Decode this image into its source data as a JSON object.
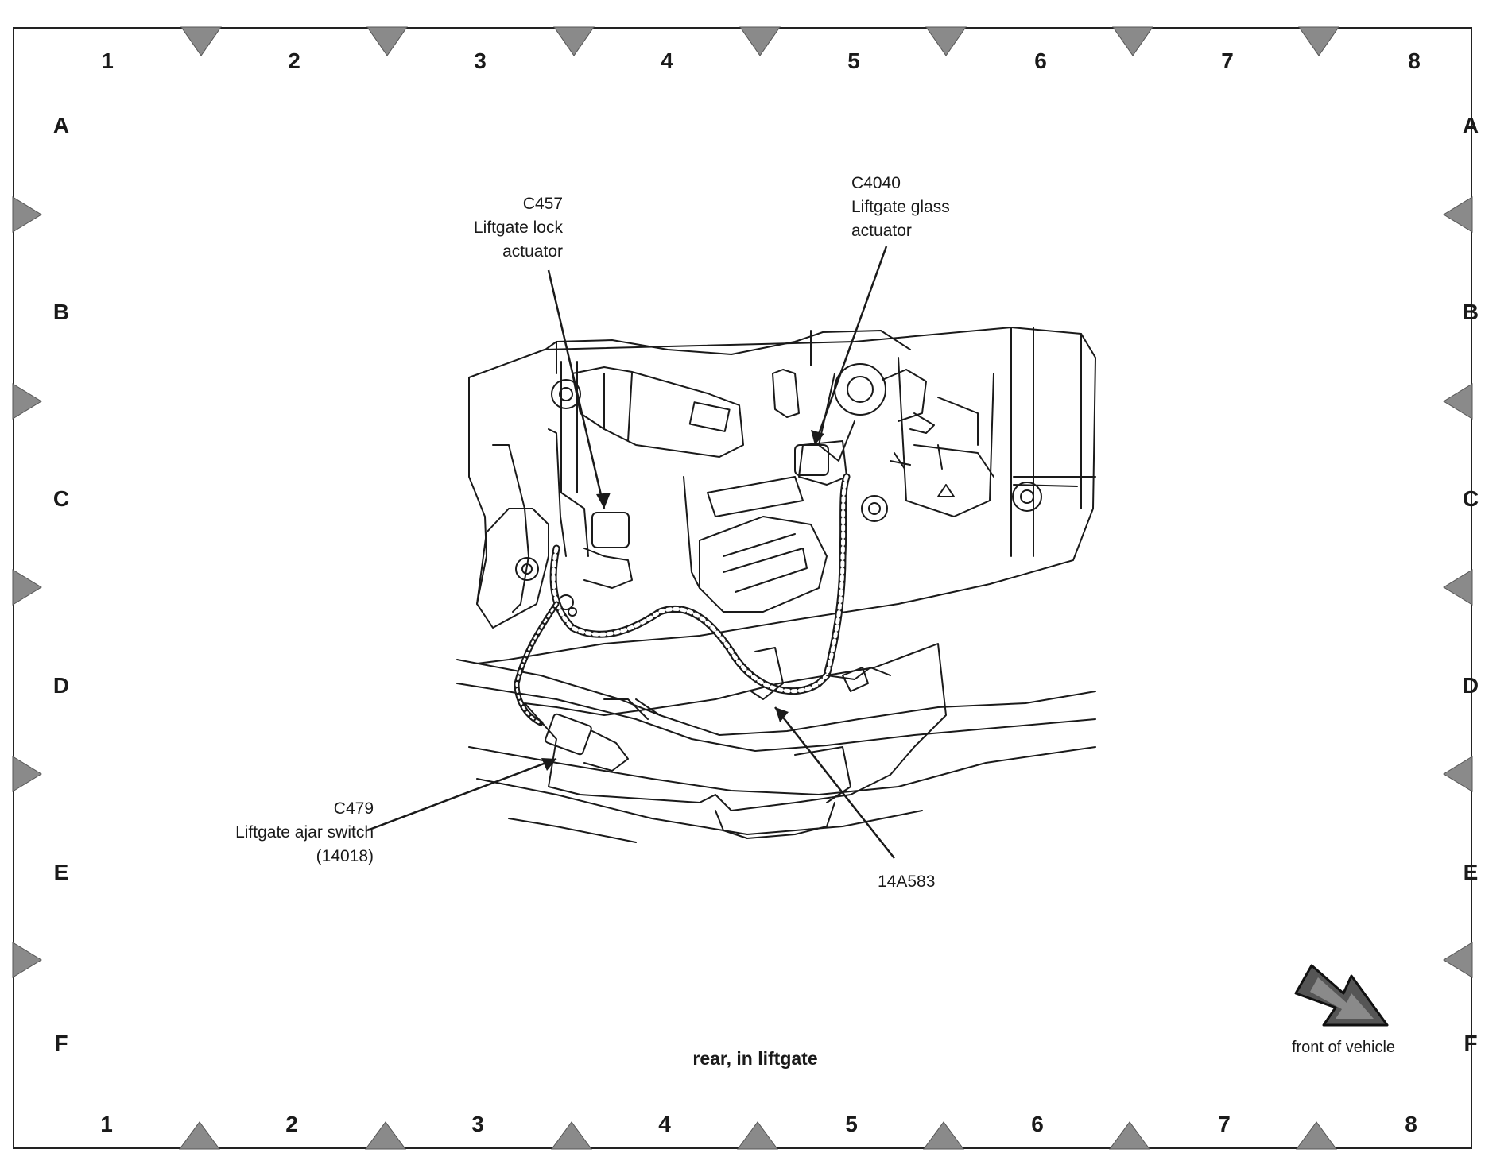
{
  "grid": {
    "columns": [
      "1",
      "2",
      "3",
      "4",
      "5",
      "6",
      "7",
      "8"
    ],
    "rows": [
      "A",
      "B",
      "C",
      "D",
      "E",
      "F"
    ]
  },
  "callouts": {
    "c457": {
      "id": "C457",
      "line1": "Liftgate lock",
      "line2": "actuator"
    },
    "c4040": {
      "id": "C4040",
      "line1": "Liftgate glass",
      "line2": "actuator"
    },
    "c479": {
      "id": "C479",
      "line1": "Liftgate ajar switch",
      "line2": "(14018)"
    },
    "harness": {
      "id": "14A583"
    }
  },
  "caption": "rear, in liftgate",
  "direction": {
    "label": "front of vehicle",
    "icon": "front-direction-arrow-icon"
  },
  "colors": {
    "line": "#1a1a1a",
    "marker": "#8a8a8a",
    "paper": "#ffffff"
  }
}
